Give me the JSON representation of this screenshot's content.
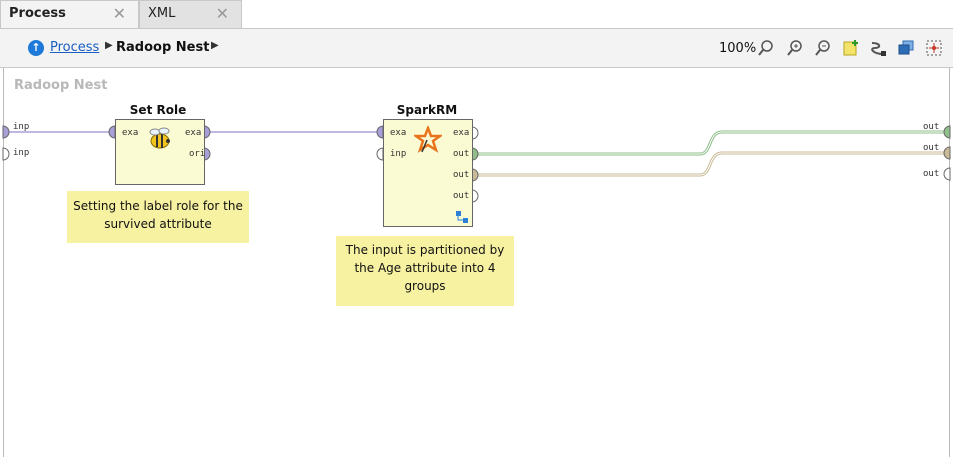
{
  "tabs": [
    {
      "label": "Process",
      "close": "✕"
    },
    {
      "label": "XML",
      "close": "✕"
    }
  ],
  "toolbar": {
    "breadcrumb_root": "Process",
    "breadcrumb_current": "Radoop Nest",
    "zoom_level": "100%",
    "icons": [
      "zoom-fit-icon",
      "zoom-in-icon",
      "zoom-out-icon",
      "add-note-icon",
      "auto-wire-icon",
      "layers-icon",
      "arrange-icon"
    ]
  },
  "canvas": {
    "title": "Radoop Nest",
    "left_ports": [
      "inp",
      "inp"
    ],
    "right_ports": [
      "out",
      "out",
      "out"
    ]
  },
  "operators": {
    "set_role": {
      "name": "Set Role",
      "in_ports": [
        "exa"
      ],
      "out_ports": [
        "exa",
        "ori"
      ],
      "icon": "bee-icon"
    },
    "spark_rm": {
      "name": "SparkRM",
      "in_ports": [
        "exa",
        "inp"
      ],
      "out_ports": [
        "exa",
        "out",
        "out",
        "out"
      ],
      "icon": "spark-star-icon"
    }
  },
  "notes": {
    "set_role": "Setting the label role for the survived attribute",
    "spark_rm": "The input is partitioned by the Age attribute into 4 groups"
  },
  "colors": {
    "example_port": "#a89fd9",
    "green_wire": "#8fbf8a",
    "tan_wire": "#c9bb97",
    "operator_fill": "#fbfbd3",
    "note_fill": "#f7f1a2"
  }
}
